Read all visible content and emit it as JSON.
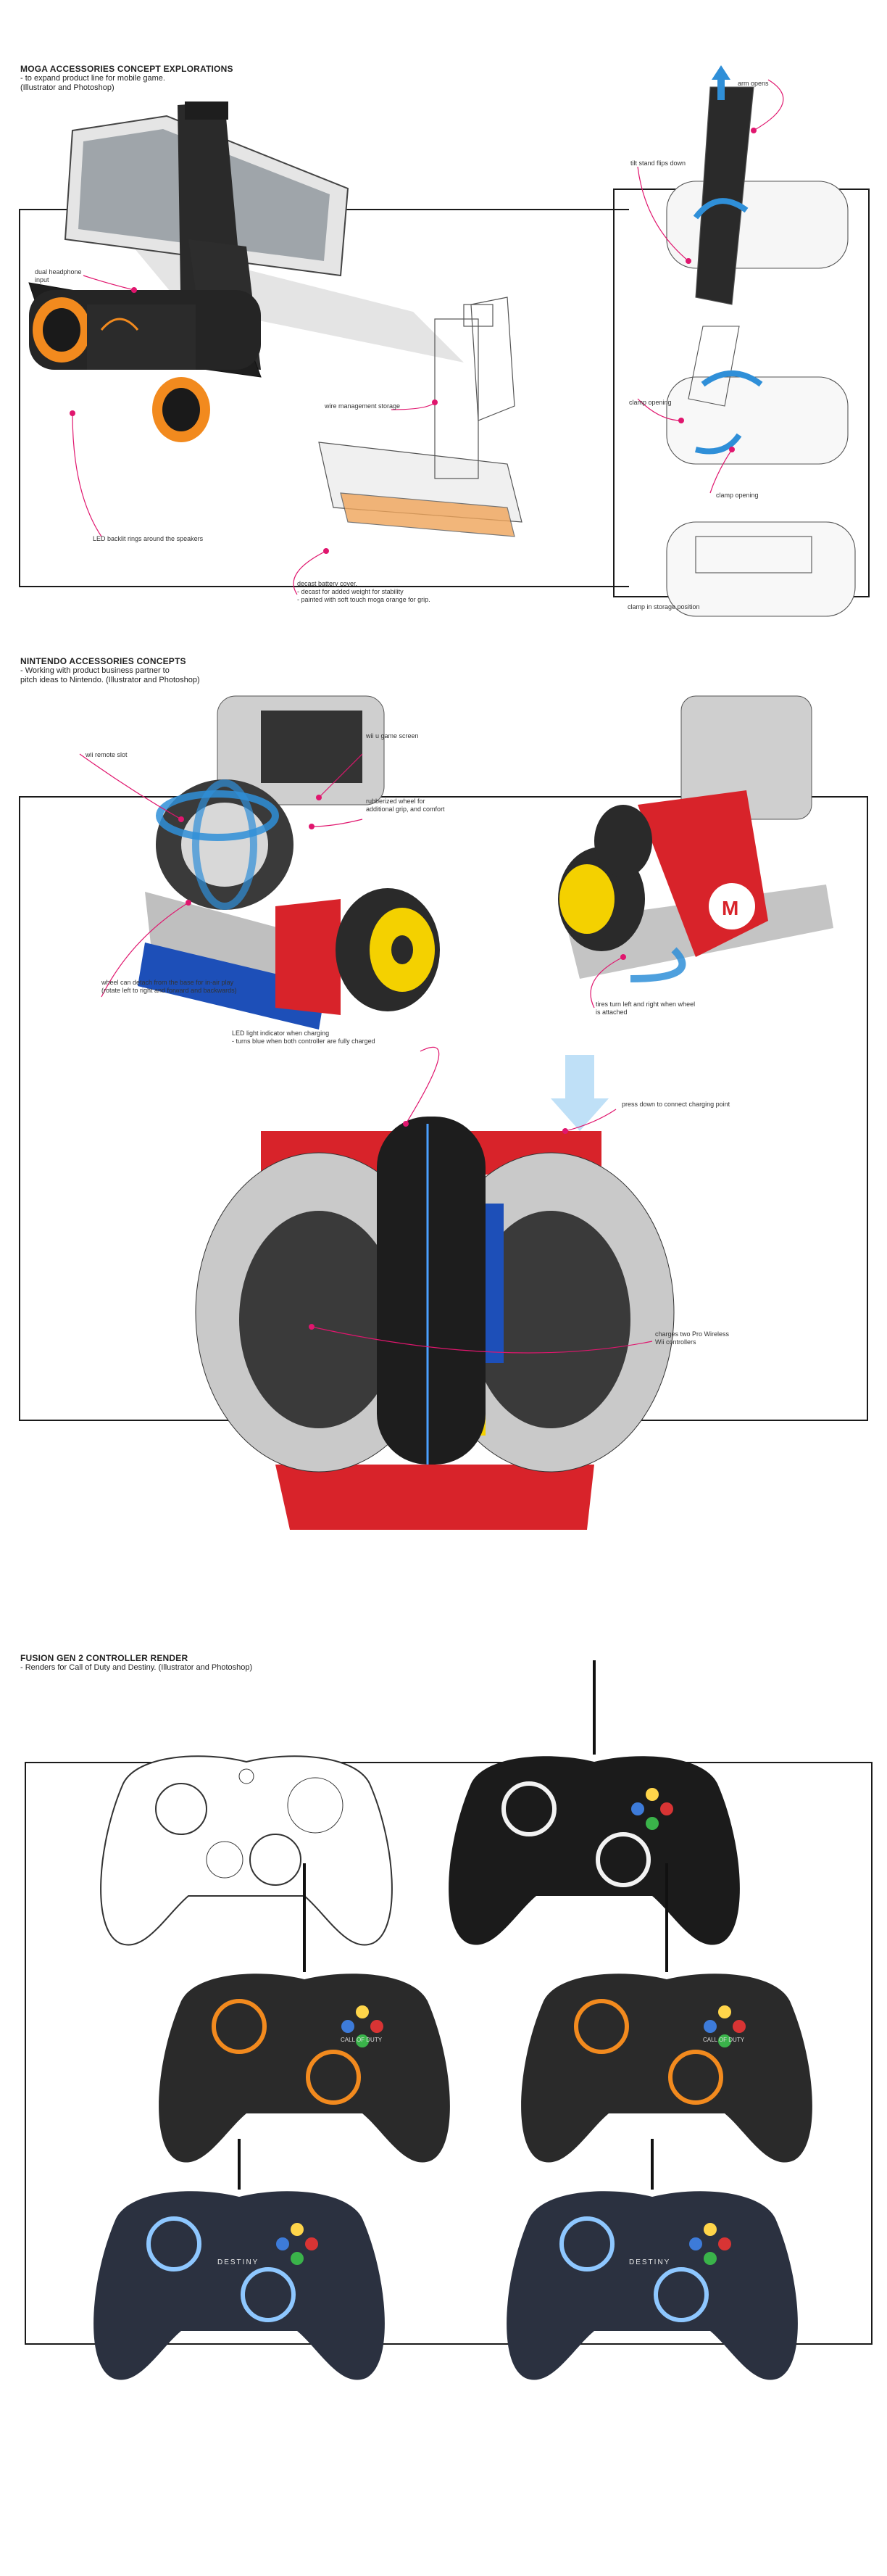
{
  "sections": {
    "moga": {
      "title": "MOGA ACCESSORIES CONCEPT EXPLORATIONS",
      "subtitle": "- to expand product line for mobile game.\n(Illustrator and Photoshop)",
      "callouts": {
        "headphone": "dual headphone\ninput",
        "led": "LED backlit rings around the speakers",
        "wire": "wire management storage",
        "battery": "decast battery cover.\n- decast for added weight for stability\n- painted with soft touch moga orange for grip.",
        "arm": "arm opens",
        "tilt": "tilt stand flips down",
        "clamp_opening": "clamp opening",
        "clamp_open": "clamp opening",
        "clamp_storage": "clamp in storage position"
      }
    },
    "nintendo": {
      "title": "NINTENDO ACCESSORIES CONCEPTS",
      "subtitle": "- Working with product business partner to\npitch ideas to Nintendo. (Illustrator and Photoshop)",
      "callouts": {
        "remote_slot": "wii remote slot",
        "wiiu_screen": "wii u game screen",
        "rubber_wheel": "rubberized wheel for\nadditional grip, and comfort",
        "detach": "wheel can detach from the base for in-air play\n(rotate left to right and forward and backwards)",
        "tires": "tires turn left and right when wheel\nis attached",
        "led_charge": "LED light indicator when charging\n- turns blue when both controller are fully charged",
        "press_down": "press down to connect charging point",
        "charges": "charges two Pro Wireless\nWii controllers"
      }
    },
    "fusion": {
      "title": "FUSION GEN 2 CONTROLLER RENDER",
      "subtitle": "- Renders for Call of Duty and Destiny. (Illustrator and Photoshop)",
      "controller_labels": [
        "CALL OF DUTY",
        "CALL OF DUTY",
        "DESTINY",
        "DESTINY"
      ]
    }
  },
  "colors": {
    "accent_pink": "#e0166e",
    "moga_orange": "#f28a1e",
    "mario_red": "#d8232a",
    "nintendo_blue": "#1d4fb8",
    "wheel_yellow": "#f4d100",
    "destiny_blue": "#8ec7ff"
  }
}
